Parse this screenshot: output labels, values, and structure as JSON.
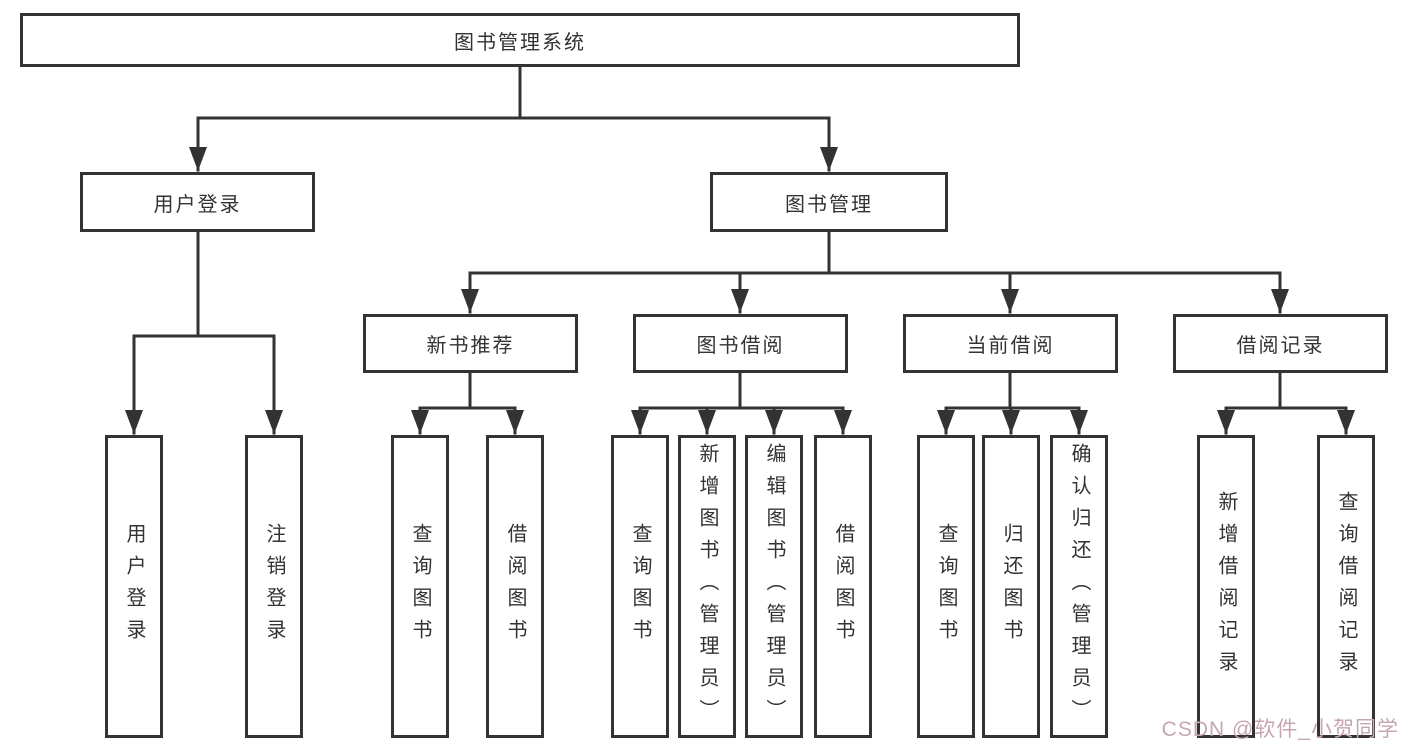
{
  "diagram": {
    "nodes": {
      "root": "图书管理系统",
      "user_login": "用户登录",
      "book_mgmt": "图书管理",
      "new_book_rec": "新书推荐",
      "book_borrow": "图书借阅",
      "current_borrow": "当前借阅",
      "borrow_record": "借阅记录",
      "leaf_user_login": "用户登录",
      "leaf_logout": "注销登录",
      "leaf_rec_query": "查询图书",
      "leaf_rec_borrow": "借阅图书",
      "leaf_bb_query": "查询图书",
      "leaf_bb_add": "新增图书（管理员）",
      "leaf_bb_edit": "编辑图书（管理员）",
      "leaf_bb_borrow": "借阅图书",
      "leaf_cb_query": "查询图书",
      "leaf_cb_return": "归还图书",
      "leaf_cb_confirm": "确认归还（管理员）",
      "leaf_br_add": "新增借阅记录",
      "leaf_br_query": "查询借阅记录"
    },
    "colors": {
      "line": "#333333",
      "box_border": "#333333",
      "text": "#333333",
      "background": "#ffffff",
      "watermark": "#c7a6ae"
    }
  },
  "watermark": "CSDN @软件_小贺同学"
}
